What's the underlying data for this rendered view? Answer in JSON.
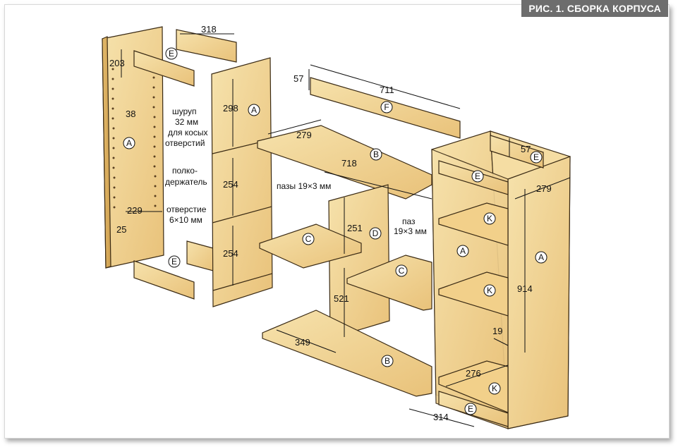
{
  "header": {
    "title": "РИС. 1. СБОРКА КОРПУСА"
  },
  "dimensions": {
    "d318": "318",
    "d203": "203",
    "d38": "38",
    "d229": "229",
    "d25": "25",
    "d298": "298",
    "d254a": "254",
    "d254b": "254",
    "d57a": "57",
    "d711": "711",
    "d279a": "279",
    "d718": "718",
    "d251": "251",
    "d521": "521",
    "d349": "349",
    "d57b": "57",
    "d279b": "279",
    "d914": "914",
    "d19": "19",
    "d276": "276",
    "d314": "314"
  },
  "notes": {
    "screw_1": "шуруп",
    "screw_2": "32 мм",
    "screw_3": "для косых",
    "screw_4": "отверстий",
    "holder_1": "полко-",
    "holder_2": "держатель",
    "hole_1": "отверстие",
    "hole_2": "6×10 мм",
    "grooves": "пазы 19×3 мм",
    "groove_1": "паз",
    "groove_2": "19×3 мм"
  },
  "labels": {
    "a_left": "A",
    "a_mid": "A",
    "a_right_inner": "A",
    "a_right": "A",
    "b_top": "B",
    "b_bottom": "B",
    "c_left": "C",
    "c_right": "C",
    "d_divider": "D",
    "e_top_left": "E",
    "e_bottom_left": "E",
    "e_right_top": "E",
    "e_right_mid": "E",
    "e_right_bottom": "E",
    "f_rail": "F",
    "k_top": "K",
    "k_mid": "K",
    "k_bottom": "K"
  },
  "colors": {
    "wood": "#f1d79a",
    "wood_dark": "#d9b266",
    "outline": "#3a2a14",
    "title_bg": "#6d6d6d"
  }
}
